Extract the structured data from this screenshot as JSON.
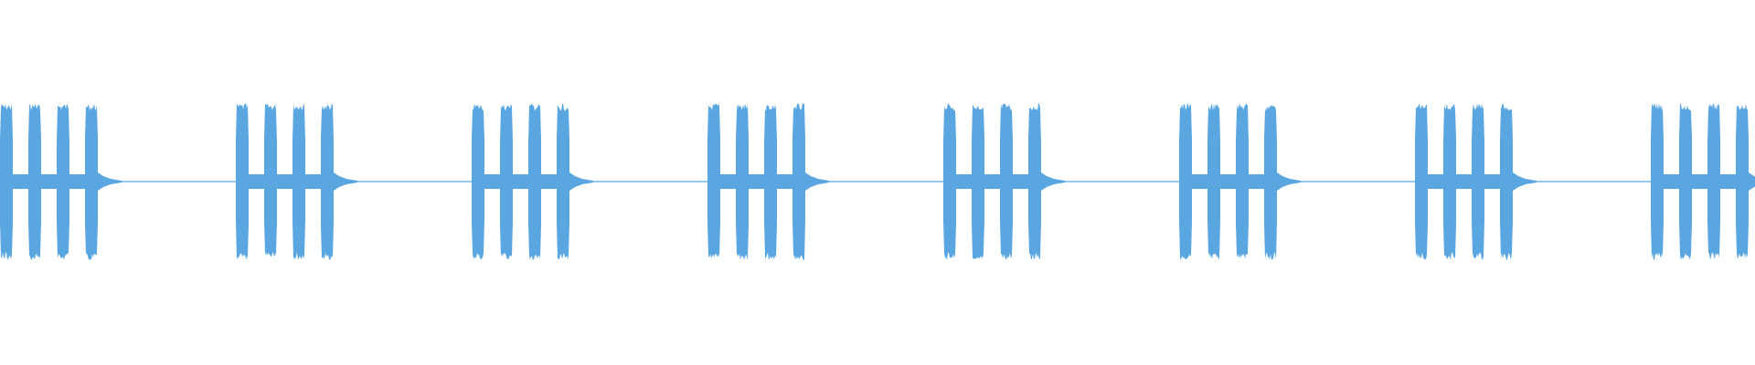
{
  "waveform": {
    "color": "#5aa6e0",
    "background": "#ffffff",
    "pattern": {
      "repeat_count": 8,
      "pulses_per_group": 4,
      "peak_amplitude": 0.43,
      "silence_amplitude": 0.003
    }
  }
}
